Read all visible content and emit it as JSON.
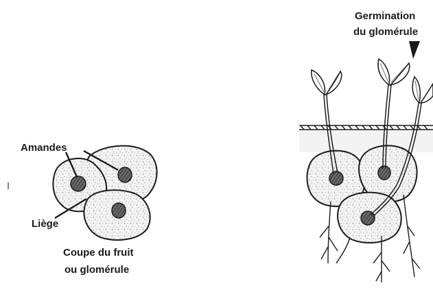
{
  "left_figure": {
    "label_kernels": "Amandes",
    "label_cork": "Liège",
    "caption_line1": "Coupe du fruit",
    "caption_line2": "ou glomérule"
  },
  "right_figure": {
    "caption_line1": "Germination",
    "caption_line2": "du glomérule"
  },
  "colors": {
    "ink": "#1a1a1a",
    "speckle_fill": "#f4f4f4",
    "kernel": "#555555",
    "background": "#ffffff"
  }
}
